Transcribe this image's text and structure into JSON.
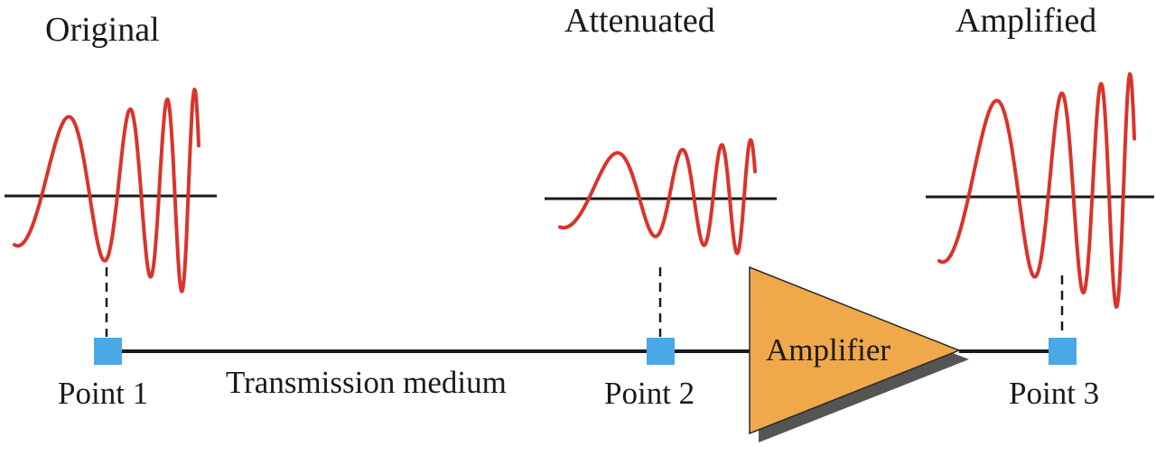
{
  "signals": {
    "original": {
      "label": "Original"
    },
    "attenuated": {
      "label": "Attenuated"
    },
    "amplified": {
      "label": "Amplified"
    }
  },
  "points": {
    "p1": "Point 1",
    "p2": "Point 2",
    "p3": "Point 3"
  },
  "medium_label": "Transmission medium",
  "amplifier_label": "Amplifier",
  "colors": {
    "wave": "#d9342b",
    "point_marker": "#4aa8e6",
    "amplifier_fill": "#efa94a",
    "amplifier_shadow": "#555555",
    "line": "#1a1a1a"
  }
}
